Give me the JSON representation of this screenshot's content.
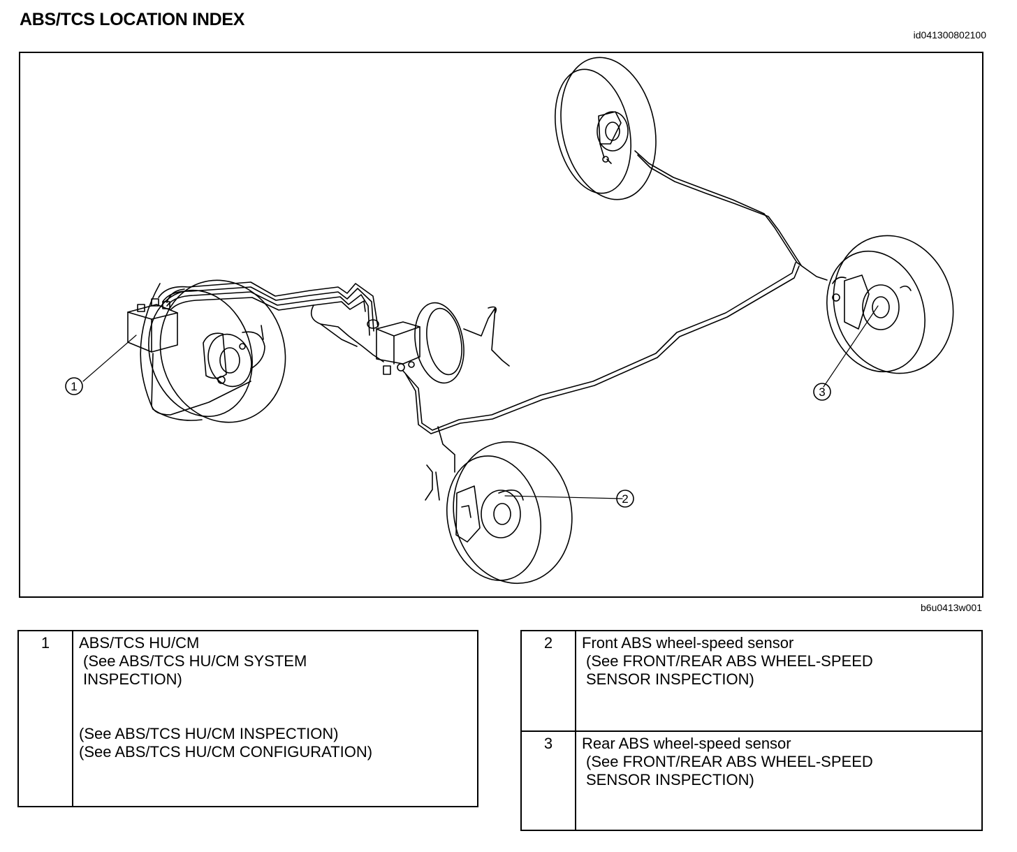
{
  "page": {
    "title": "ABS/TCS LOCATION INDEX",
    "doc_id": "id041300802100",
    "figure_id": "b6u0413w001"
  },
  "callouts": [
    "1",
    "2",
    "3"
  ],
  "index": [
    {
      "number": "1",
      "name": "ABS/TCS HU/CM",
      "refs": [
        " (See ABS/TCS HU/CM SYSTEM\nINSPECTION)",
        "(See ABS/TCS HU/CM INSPECTION)",
        "(See ABS/TCS HU/CM CONFIGURATION)"
      ]
    },
    {
      "number": "2",
      "name": "Front ABS wheel-speed sensor",
      "refs": [
        " (See FRONT/REAR ABS WHEEL-SPEED\nSENSOR INSPECTION)"
      ]
    },
    {
      "number": "3",
      "name": "Rear ABS wheel-speed sensor",
      "refs": [
        " (See FRONT/REAR ABS WHEEL-SPEED\nSENSOR INSPECTION)"
      ]
    }
  ]
}
